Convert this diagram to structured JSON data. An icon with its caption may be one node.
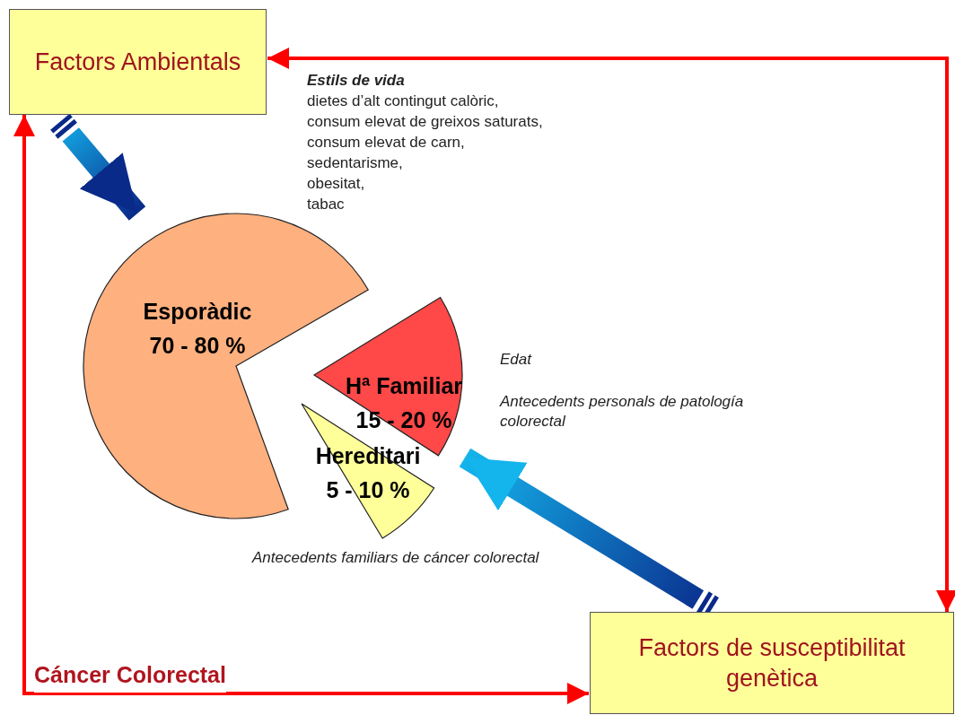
{
  "diagram": {
    "nodes": [
      {
        "text": [
          "Factors Ambientals"
        ]
      },
      {
        "text": [
          "Factors de susceptibilitat genètica"
        ]
      },
      {
        "text": [
          "Esporàdic",
          "70 - 80 %"
        ]
      },
      {
        "text": [
          "Hª Familiar",
          "15 - 20 %"
        ]
      },
      {
        "text": [
          "Hereditari",
          "5 - 10 %"
        ]
      }
    ],
    "edges": [
      {
        "from": 1,
        "to": 0,
        "arrow": "both"
      },
      {
        "from": 0,
        "to": 1,
        "arrow": "both",
        "label": "Cáncer Colorectal"
      },
      {
        "from": 0,
        "to": 2,
        "arrow": "to",
        "style": "thick",
        "color": "#0a2a8a"
      },
      {
        "from": 1,
        "to": 3,
        "arrow": "to",
        "style": "thick",
        "color": "#0a2a8a"
      }
    ],
    "labels": [
      "Estils de vida",
      "dietes d’alt contingut calòric,",
      "consum elevat de greixos saturats,",
      "consum elevat de carn,",
      "sedentarisme,",
      "obesitat,",
      "tabac",
      "Edat",
      "Antecedents personals de patología colorectal",
      "Antecedents familiars de cáncer colorectal"
    ]
  }
}
